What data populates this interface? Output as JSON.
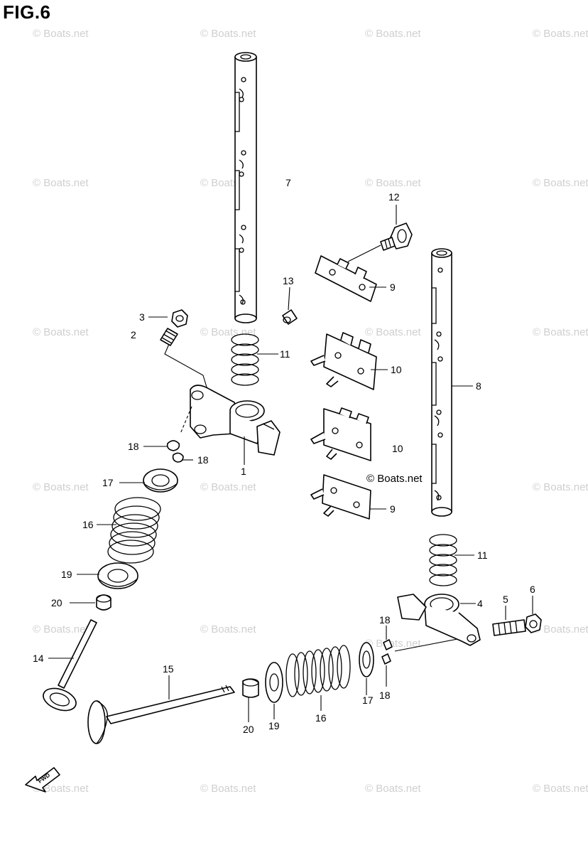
{
  "figure": {
    "title": "FIG.6"
  },
  "watermark": {
    "text": "© Boats.net"
  },
  "fwd_label": "FWD",
  "callouts": [
    {
      "id": "c1",
      "text": "1"
    },
    {
      "id": "c2",
      "text": "2"
    },
    {
      "id": "c3",
      "text": "3"
    },
    {
      "id": "c4",
      "text": "4"
    },
    {
      "id": "c5",
      "text": "5"
    },
    {
      "id": "c6",
      "text": "6"
    },
    {
      "id": "c7",
      "text": "7"
    },
    {
      "id": "c8",
      "text": "8"
    },
    {
      "id": "c9a",
      "text": "9"
    },
    {
      "id": "c9b",
      "text": "9"
    },
    {
      "id": "c10a",
      "text": "10"
    },
    {
      "id": "c10b",
      "text": "10"
    },
    {
      "id": "c11a",
      "text": "11"
    },
    {
      "id": "c11b",
      "text": "11"
    },
    {
      "id": "c12",
      "text": "12"
    },
    {
      "id": "c13",
      "text": "13"
    },
    {
      "id": "c14",
      "text": "14"
    },
    {
      "id": "c15",
      "text": "15"
    },
    {
      "id": "c16a",
      "text": "16"
    },
    {
      "id": "c16b",
      "text": "16"
    },
    {
      "id": "c17a",
      "text": "17"
    },
    {
      "id": "c17b",
      "text": "17"
    },
    {
      "id": "c18a",
      "text": "18"
    },
    {
      "id": "c18b",
      "text": "18"
    },
    {
      "id": "c18c",
      "text": "18"
    },
    {
      "id": "c18d",
      "text": "18"
    },
    {
      "id": "c19a",
      "text": "19"
    },
    {
      "id": "c19b",
      "text": "19"
    },
    {
      "id": "c20a",
      "text": "20"
    },
    {
      "id": "c20b",
      "text": "20"
    }
  ]
}
